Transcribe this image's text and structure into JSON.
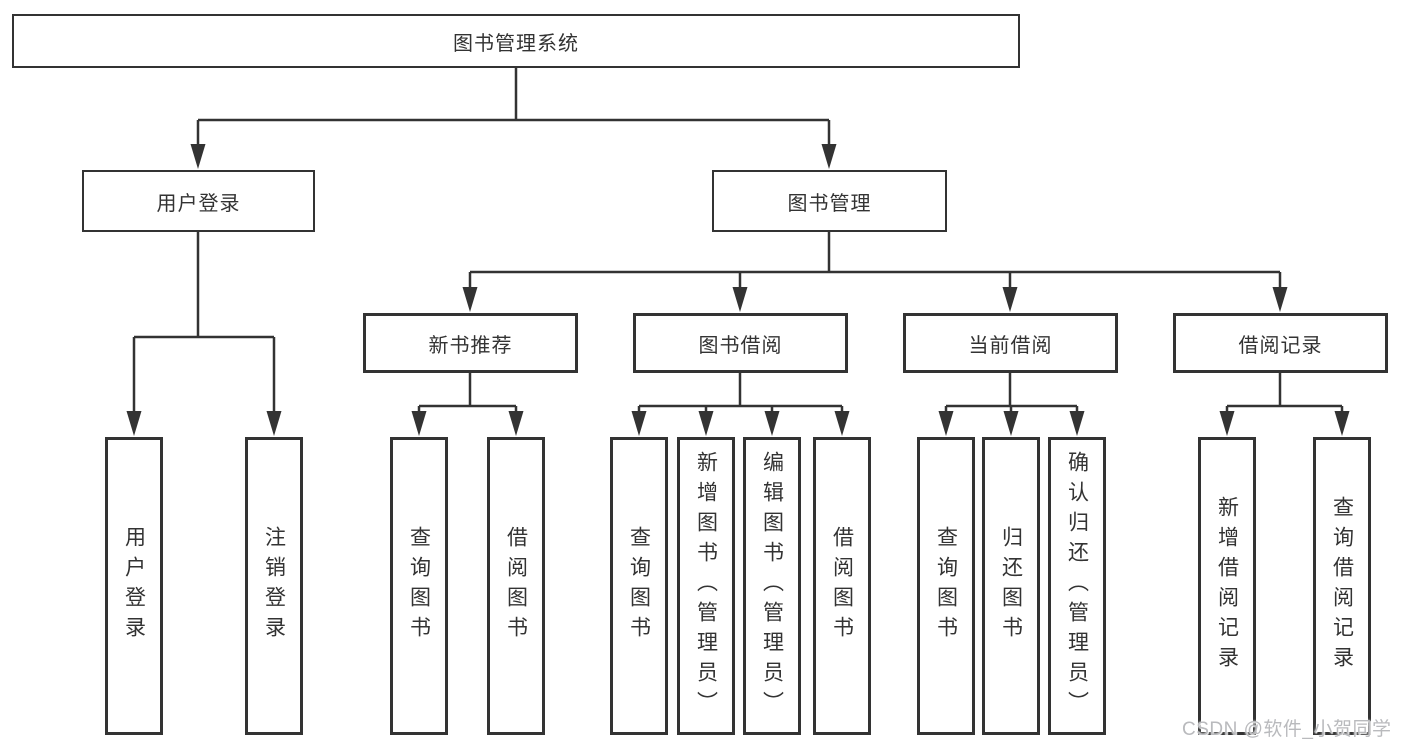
{
  "tree": {
    "label": "图书管理系统",
    "children": [
      {
        "label": "用户登录",
        "children": [
          {
            "label": "用户登录"
          },
          {
            "label": "注销登录"
          }
        ]
      },
      {
        "label": "图书管理",
        "children": [
          {
            "label": "新书推荐",
            "children": [
              {
                "label": "查询图书"
              },
              {
                "label": "借阅图书"
              }
            ]
          },
          {
            "label": "图书借阅",
            "children": [
              {
                "label": "查询图书"
              },
              {
                "label": "新增图书（管理员）"
              },
              {
                "label": "编辑图书（管理员）"
              },
              {
                "label": "借阅图书"
              }
            ]
          },
          {
            "label": "当前借阅",
            "children": [
              {
                "label": "查询图书"
              },
              {
                "label": "归还图书"
              },
              {
                "label": "确认归还（管理员）"
              }
            ]
          },
          {
            "label": "借阅记录",
            "children": [
              {
                "label": "新增借阅记录"
              },
              {
                "label": "查询借阅记录"
              }
            ]
          }
        ]
      }
    ]
  },
  "watermark": "CSDN @软件_小贺同学",
  "colors": {
    "line": "#333333",
    "box_border": "#333333",
    "text": "#333333",
    "background": "#ffffff",
    "watermark": "#b9babd"
  }
}
